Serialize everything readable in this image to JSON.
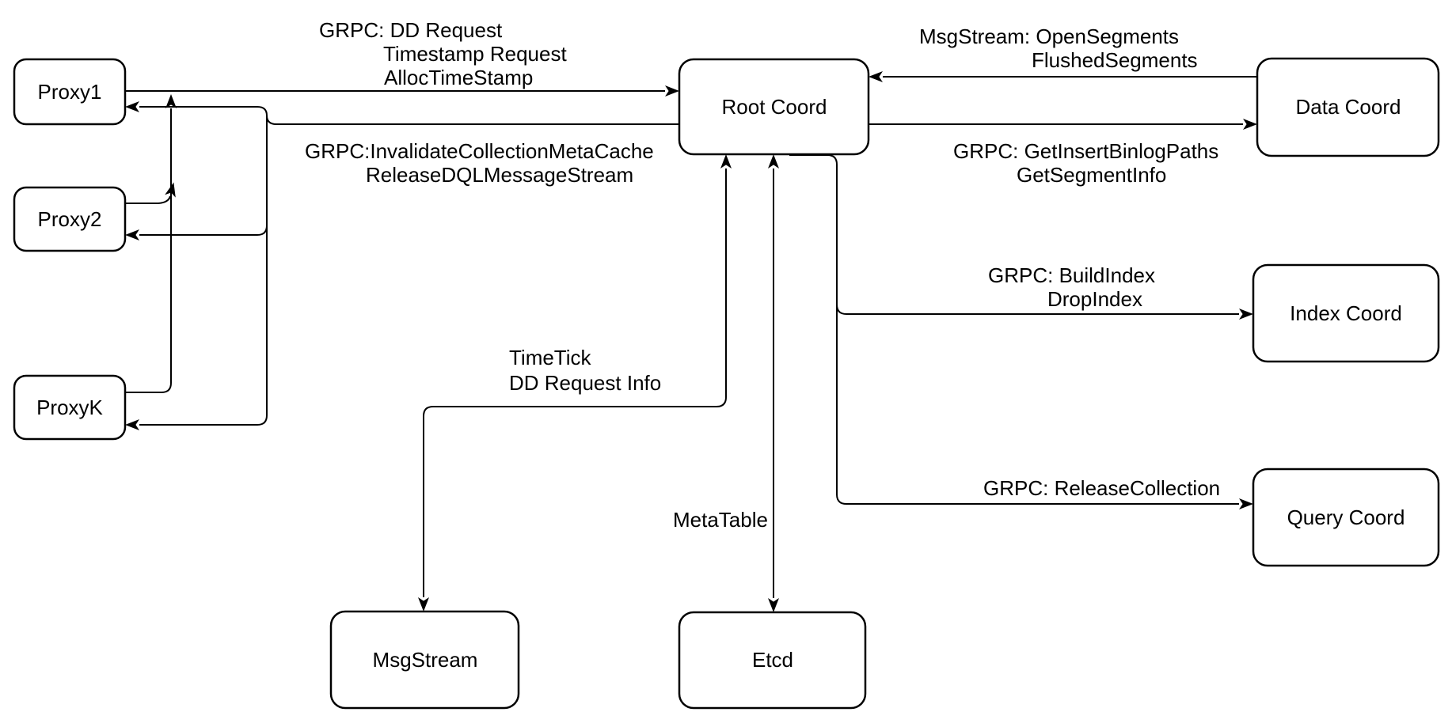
{
  "nodes": {
    "proxy1": {
      "label": "Proxy1"
    },
    "proxy2": {
      "label": "Proxy2"
    },
    "proxyk": {
      "label": "ProxyK"
    },
    "root_coord": {
      "label": "Root Coord"
    },
    "data_coord": {
      "label": "Data Coord"
    },
    "index_coord": {
      "label": "Index Coord"
    },
    "query_coord": {
      "label": "Query Coord"
    },
    "msgstream": {
      "label": "MsgStream"
    },
    "etcd": {
      "label": "Etcd"
    }
  },
  "edge_labels": {
    "proxy_to_root": {
      "line1": "GRPC: DD Request",
      "line2": "Timestamp Request",
      "line3": "AllocTimeStamp"
    },
    "root_to_proxy": {
      "line1": "GRPC:InvalidateCollectionMetaCache",
      "line2": "ReleaseDQLMessageStream"
    },
    "data_to_root": {
      "line1": "MsgStream: OpenSegments",
      "line2": "FlushedSegments"
    },
    "root_to_data": {
      "line1": "GRPC: GetInsertBinlogPaths",
      "line2": "GetSegmentInfo"
    },
    "root_to_index": {
      "line1": "GRPC: BuildIndex",
      "line2": "DropIndex"
    },
    "root_to_query": {
      "line1": "GRPC: ReleaseCollection"
    },
    "root_to_msgstream": {
      "line1": "TimeTick",
      "line2": "DD Request Info"
    },
    "root_to_etcd": {
      "line1": "MetaTable"
    }
  },
  "colors": {
    "stroke": "#000000",
    "node_fill": "#ffffff",
    "background": "#ffffff",
    "text": "#000000"
  }
}
